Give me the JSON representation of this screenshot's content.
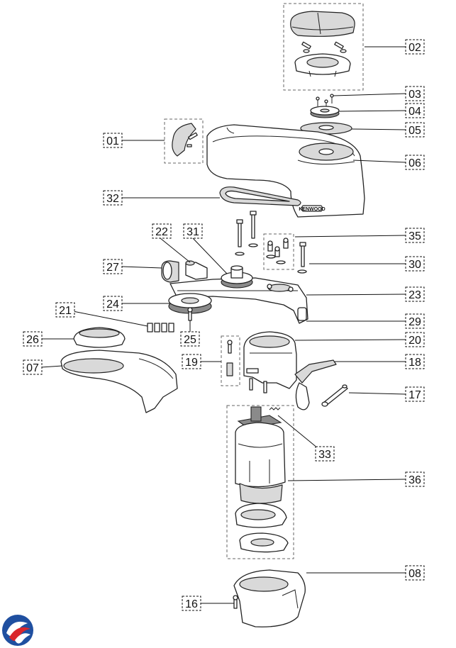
{
  "diagram": {
    "logo": {
      "icon": "brand-swirl-icon",
      "colors": [
        "#1f4fa0",
        "#d9262c"
      ]
    },
    "brand_text": "KENWOOD",
    "callouts": [
      {
        "id": "01",
        "text": "01"
      },
      {
        "id": "02",
        "text": "02"
      },
      {
        "id": "03",
        "text": "03"
      },
      {
        "id": "04",
        "text": "04"
      },
      {
        "id": "05",
        "text": "05"
      },
      {
        "id": "06",
        "text": "06"
      },
      {
        "id": "07",
        "text": "07"
      },
      {
        "id": "08",
        "text": "08"
      },
      {
        "id": "16",
        "text": "16"
      },
      {
        "id": "17",
        "text": "17"
      },
      {
        "id": "18",
        "text": "18"
      },
      {
        "id": "19",
        "text": "19"
      },
      {
        "id": "20",
        "text": "20"
      },
      {
        "id": "21",
        "text": "21"
      },
      {
        "id": "22",
        "text": "22"
      },
      {
        "id": "23",
        "text": "23"
      },
      {
        "id": "24",
        "text": "24"
      },
      {
        "id": "25",
        "text": "25"
      },
      {
        "id": "26",
        "text": "26"
      },
      {
        "id": "27",
        "text": "27"
      },
      {
        "id": "29",
        "text": "29"
      },
      {
        "id": "30",
        "text": "30"
      },
      {
        "id": "31",
        "text": "31"
      },
      {
        "id": "32",
        "text": "32"
      },
      {
        "id": "33",
        "text": "33"
      },
      {
        "id": "35",
        "text": "35"
      },
      {
        "id": "36",
        "text": "36"
      }
    ]
  }
}
